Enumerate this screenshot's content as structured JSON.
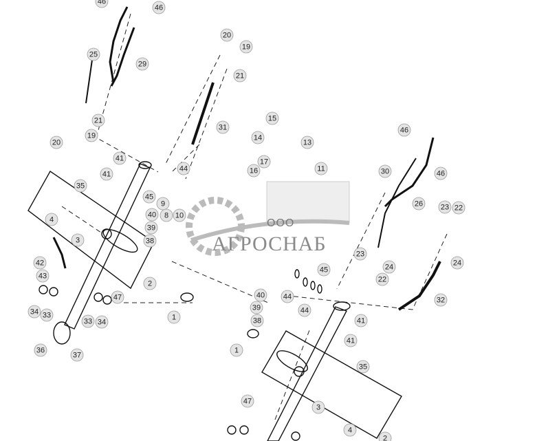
{
  "diagram": {
    "watermark": {
      "company_prefix": "ООО",
      "company_name": "АГРОСНАБ"
    },
    "callouts": [
      "46",
      "46",
      "25",
      "29",
      "21",
      "20",
      "19",
      "20",
      "19",
      "21",
      "31",
      "15",
      "14",
      "13",
      "11",
      "17",
      "16",
      "41",
      "41",
      "44",
      "35",
      "45",
      "9",
      "40",
      "8",
      "10",
      "4",
      "39",
      "3",
      "38",
      "42",
      "43",
      "2",
      "47",
      "34",
      "33",
      "33",
      "34",
      "1",
      "36",
      "37",
      "46",
      "46",
      "30",
      "26",
      "23",
      "22",
      "23",
      "24",
      "24",
      "22",
      "45",
      "44",
      "44",
      "40",
      "39",
      "38",
      "41",
      "41",
      "1",
      "35",
      "47",
      "3",
      "4",
      "2",
      "32"
    ]
  }
}
